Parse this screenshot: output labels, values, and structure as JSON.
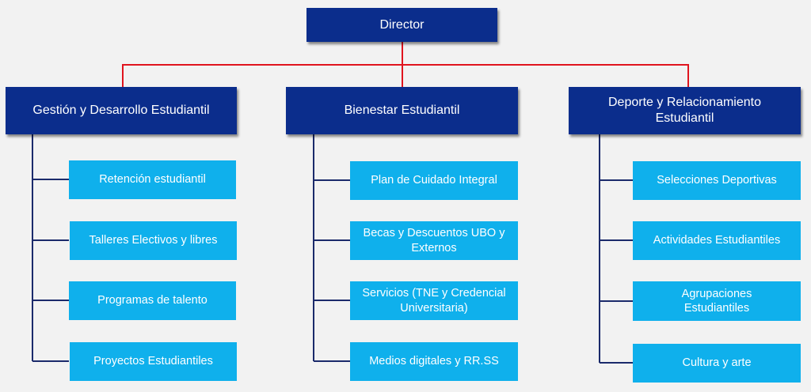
{
  "colors": {
    "dark_box": "#0b2d8c",
    "light_box": "#0fb0ec",
    "top_connector": "#e0141e",
    "branch_connector": "#1b2a6b",
    "background": "#f2f2f2"
  },
  "director": {
    "label": "Director"
  },
  "departments": [
    {
      "label": "Gestión y Desarrollo Estudiantil",
      "items": [
        "Retención estudiantil",
        "Talleres Electivos y libres",
        "Programas de talento",
        "Proyectos Estudiantiles"
      ]
    },
    {
      "label": "Bienestar Estudiantil",
      "items": [
        "Plan de Cuidado Integral",
        "Becas y Descuentos UBO y Externos",
        "Servicios (TNE y Credencial Universitaria)",
        "Medios digitales y RR.SS"
      ]
    },
    {
      "label": "Deporte y Relacionamiento Estudiantil",
      "items": [
        "Selecciones Deportivas",
        "Actividades Estudiantiles",
        "Agrupaciones Estudiantiles",
        "Cultura y arte"
      ]
    }
  ]
}
